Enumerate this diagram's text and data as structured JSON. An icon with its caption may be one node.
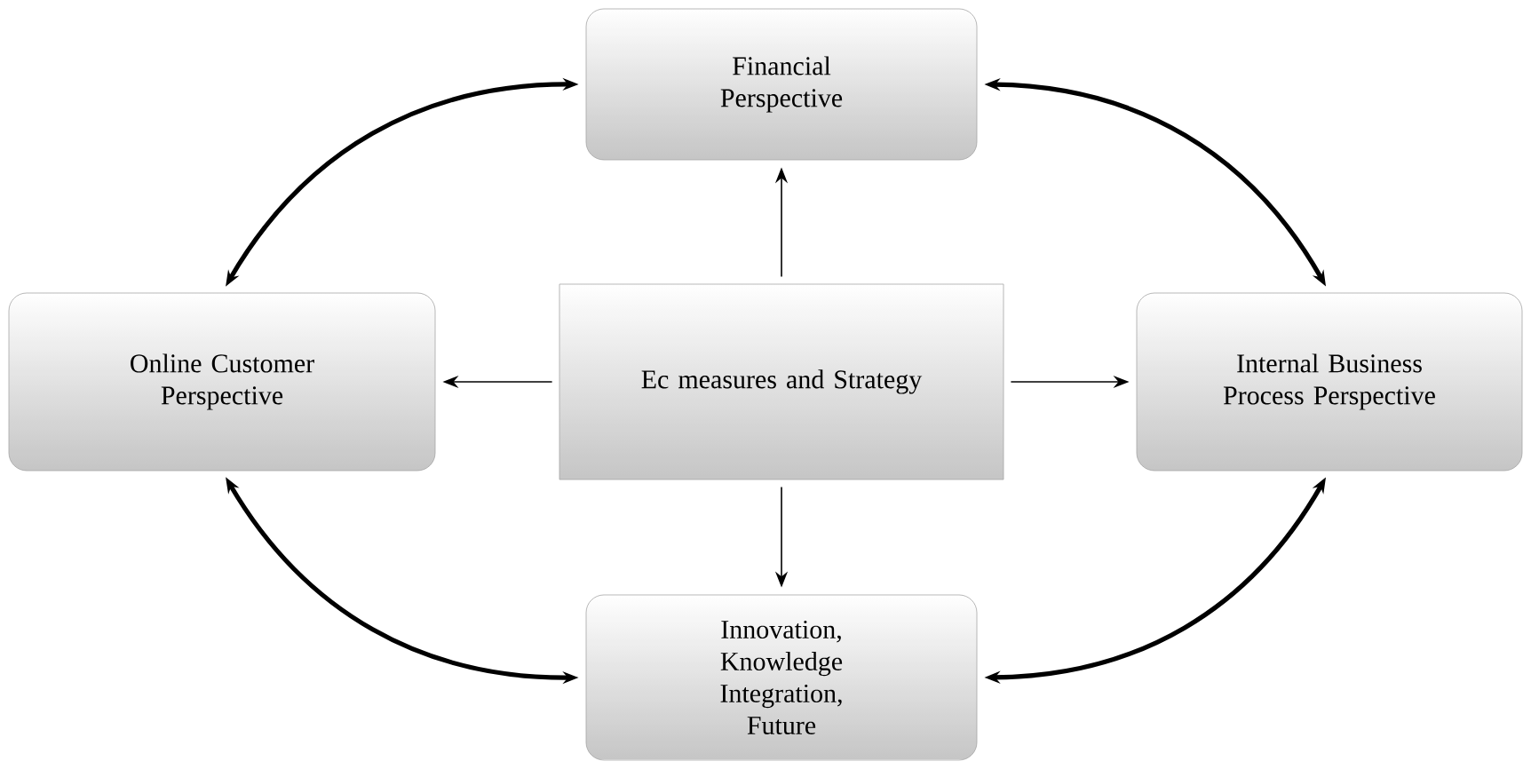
{
  "diagram": {
    "nodes": [
      {
        "text": [
          "Financial Perspective"
        ]
      },
      {
        "text": [
          "Online Customer Perspective"
        ]
      },
      {
        "text": [
          "Ec measures and Strategy"
        ]
      },
      {
        "text": [
          "Internal Business Process Perspective"
        ]
      },
      {
        "text": [
          "Innovation, Knowledge Integration, Future"
        ]
      }
    ],
    "edges": [
      {
        "from": 2,
        "to": 0,
        "arrow": "to"
      },
      {
        "from": 2,
        "to": 1,
        "arrow": "to"
      },
      {
        "from": 2,
        "to": 3,
        "arrow": "to"
      },
      {
        "from": 2,
        "to": 4,
        "arrow": "to"
      },
      {
        "from": 0,
        "to": 1,
        "arrow": "both",
        "style": "thick"
      },
      {
        "from": 0,
        "to": 3,
        "arrow": "both",
        "style": "thick"
      },
      {
        "from": 1,
        "to": 4,
        "arrow": "both",
        "style": "thick"
      },
      {
        "from": 3,
        "to": 4,
        "arrow": "both",
        "style": "thick"
      }
    ]
  }
}
